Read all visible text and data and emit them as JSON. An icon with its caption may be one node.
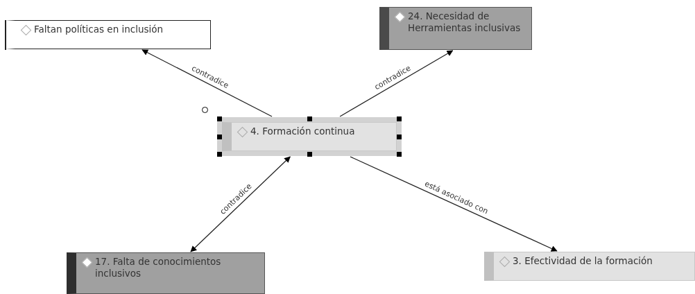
{
  "diagram": {
    "nodes": [
      {
        "text": [
          "Faltan políticas en inclusión"
        ]
      },
      {
        "text": [
          "24. Necesidad de Herramientas inclusivas"
        ]
      },
      {
        "text": [
          "4. Formación continua"
        ]
      },
      {
        "text": [
          "17. Falta de conocimientos inclusivos"
        ]
      },
      {
        "text": [
          "3. Efectividad de la formación"
        ]
      }
    ],
    "edges": [
      {
        "from": 2,
        "to": 0,
        "arrow": "to",
        "label": "contradice"
      },
      {
        "from": 2,
        "to": 1,
        "arrow": "to",
        "label": "contradice"
      },
      {
        "from": 2,
        "to": 3,
        "arrow": "both",
        "label": "contradice"
      },
      {
        "from": 2,
        "to": 4,
        "arrow": "to",
        "label": "está asociado con"
      }
    ]
  }
}
